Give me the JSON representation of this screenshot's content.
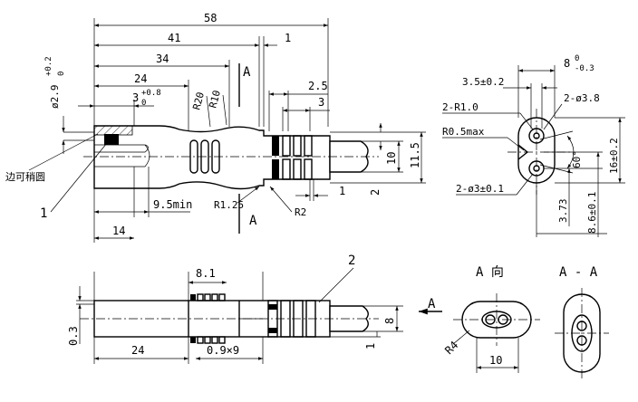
{
  "labels": {
    "d58": "58",
    "d41": "41",
    "d1_top": "1",
    "d34": "34",
    "d24_top": "24",
    "d3_tol_base": "3",
    "d3_tol_sup": "+0.8",
    "d3_tol_sub": "0",
    "d2_5": "2.5",
    "d3": "3",
    "d10": "10",
    "d11_5": "11.5",
    "d2": "2",
    "d1_mid": "1",
    "d9_5min": "9.5min",
    "d14": "14",
    "dia_2_9": "ø2.9",
    "dia_2_9_sup": "+0.2",
    "dia_2_9_sub": "0",
    "r20": "R20",
    "r10": "R10",
    "r1_25": "R1.25",
    "r2": "R2",
    "section_a_top": "A",
    "section_a_bottom": "A",
    "note_cn": "边可稍圆",
    "callout_1": "1",
    "end_8": "8",
    "end_8_sup": "0",
    "end_8_sub": "-0.3",
    "end_3_5": "3.5±0.2",
    "end_r1_0": "2-R1.0",
    "end_dia_3_8": "2-ø3.8",
    "end_r0_5": "R0.5max",
    "end_60": "60°",
    "end_16": "16±0.2",
    "end_3_73": "3.73",
    "end_8_6": "8.6±0.1",
    "end_dia_3": "2-ø3±0.1",
    "side_8_1": "8.1",
    "side_callout_2": "2",
    "side_0_3": "0.3",
    "side_24": "24",
    "side_0_9x9": "0.9×9",
    "side_8": "8",
    "side_1": "1",
    "side_a_arrow": "A",
    "view_a_title": "A 向",
    "view_aa_title": "A - A",
    "view_r4": "R4",
    "view_10": "10"
  }
}
